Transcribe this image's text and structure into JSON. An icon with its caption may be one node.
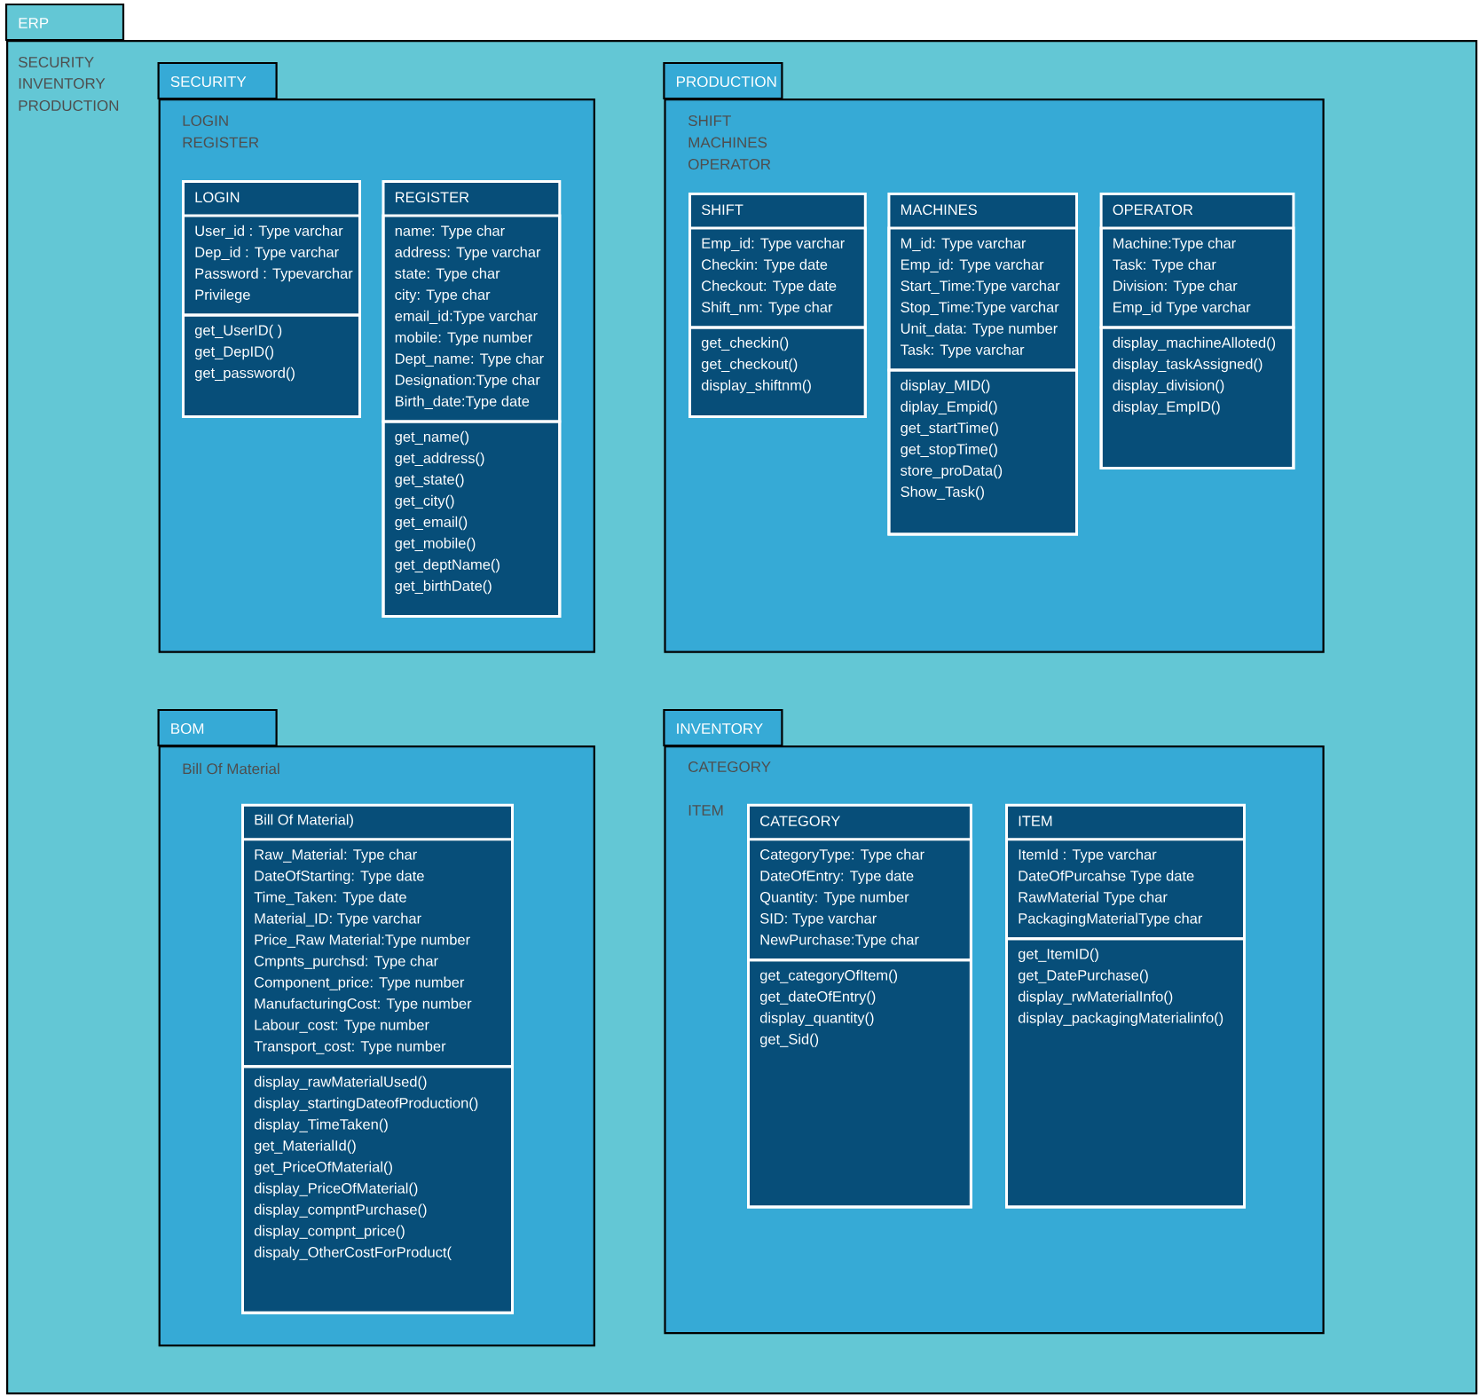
{
  "diagram": {
    "nodes": [
      {
        "text": [
          "ERP",
          "SECURITY",
          "INVENTORY",
          "PRODUCTION"
        ]
      },
      {
        "text": [
          "SECURITY",
          "LOGIN",
          "REGISTER"
        ],
        "in": 0
      },
      {
        "text": [
          "LOGIN"
        ],
        "in": 1
      },
      {
        "text": [
          "User_id : Type varchar",
          "Dep_id : Type varchar",
          "Password : Typevarchar",
          "Privilege"
        ],
        "in": 2
      },
      {
        "text": [
          "get_UserID( )",
          "get_DepID()",
          "get_password()"
        ],
        "in": 2
      },
      {
        "text": [
          "REGISTER"
        ],
        "in": 1
      },
      {
        "text": [
          "name: Type char",
          "address: Type varchar",
          "state: Type char",
          "city: Type char",
          "email_id:Type varchar",
          "mobile: Type number",
          "Dept_name: Type char",
          "Designation:Type char",
          "Birth_date:Type date"
        ],
        "in": 5
      },
      {
        "text": [
          "get_name()",
          "get_address()",
          "get_state()",
          "get_city()",
          "get_email()",
          "get_mobile()",
          "get_deptName()",
          "get_birthDate()"
        ],
        "in": 5
      },
      {
        "text": [
          "PRODUCTION",
          "SHIFT",
          "MACHINES",
          "OPERATOR"
        ],
        "in": 0
      },
      {
        "text": [
          "SHIFT"
        ],
        "in": 8
      },
      {
        "text": [
          "Emp_id: Type varchar",
          "Checkin: Type date",
          "Checkout: Type date",
          "Shift_nm: Type char"
        ],
        "in": 9
      },
      {
        "text": [
          "get_checkin()",
          "get_checkout()",
          "display_shiftnm()"
        ],
        "in": 9
      },
      {
        "text": [
          "MACHINES"
        ],
        "in": 8
      },
      {
        "text": [
          "M_id: Type varchar",
          "Emp_id: Type varchar",
          "Start_Time:Type varchar",
          "Stop_Time:Type varchar",
          "Unit_data: Type number",
          "Task: Type varchar"
        ],
        "in": 12
      },
      {
        "text": [
          "display_MID()",
          "diplay_Empid()",
          "get_startTime()",
          "get_stopTime()",
          "store_proData()",
          "Show_Task()"
        ],
        "in": 12
      },
      {
        "text": [
          "OPERATOR"
        ],
        "in": 8
      },
      {
        "text": [
          "Machine:Type char",
          "Task: Type char",
          "Division: Type char",
          "Emp_id Type varchar"
        ],
        "in": 15
      },
      {
        "text": [
          "display_machineAlloted()",
          "display_taskAssigned()",
          "display_division()",
          "display_EmpID()"
        ],
        "in": 15
      },
      {
        "text": [
          "BOM",
          "Bill Of Material"
        ],
        "in": 0
      },
      {
        "text": [
          "Bill Of Material)"
        ],
        "in": 18
      },
      {
        "text": [
          "Raw_Material: Type char",
          "DateOfStarting: Type date",
          "Time_Taken: Type date",
          "Material_ID: Type varchar",
          "Price_Raw Material:Type number",
          "Cmpnts_purchsd: Type char",
          "Component_price: Type number",
          "ManufacturingCost: Type number",
          "Labour_cost: Type number",
          "Transport_cost: Type number"
        ],
        "in": 19
      },
      {
        "text": [
          "display_rawMaterialUsed()",
          "display_startingDateofProduction()",
          "display_TimeTaken()",
          "get_MaterialId()",
          "get_PriceOfMaterial()",
          "display_PriceOfMaterial()",
          "display_compntPurchase()",
          "display_compnt_price()",
          "dispaly_OtherCostForProduct("
        ],
        "in": 19
      },
      {
        "text": [
          "INVENTORY",
          "CATEGORY",
          "ITEM"
        ],
        "in": 0
      },
      {
        "text": [
          "CATEGORY"
        ],
        "in": 22
      },
      {
        "text": [
          "CategoryType: Type char",
          "DateOfEntry: Type date",
          "Quantity: Type number",
          "SID: Type varchar",
          "NewPurchase:Type char"
        ],
        "in": 23
      },
      {
        "text": [
          "get_categoryOfItem()",
          "get_dateOfEntry()",
          "display_quantity()",
          "get_Sid()"
        ],
        "in": 23
      },
      {
        "text": [
          "ITEM"
        ],
        "in": 22
      },
      {
        "text": [
          "ItemId : Type varchar",
          "DateOfPurcahse Type date",
          "RawMaterial Type char",
          "PackagingMaterialType char"
        ],
        "in": 26
      },
      {
        "text": [
          "get_ItemID()",
          "get_DatePurchase()",
          "display_rwMaterialInfo()",
          "display_packagingMaterialinfo()"
        ],
        "in": 26
      }
    ]
  }
}
